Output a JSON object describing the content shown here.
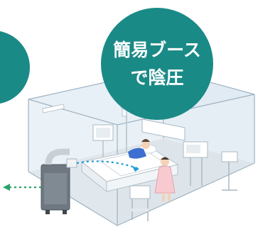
{
  "badge": {
    "line1": "簡易ブース",
    "line2": "で陰圧",
    "color": "#1a8a87"
  },
  "illustration": {
    "subject": "negative-pressure-booth",
    "glass_tint": "#e4eef5",
    "airflow_color": "#1f9bd6",
    "exhaust_color": "#2aa36b"
  }
}
